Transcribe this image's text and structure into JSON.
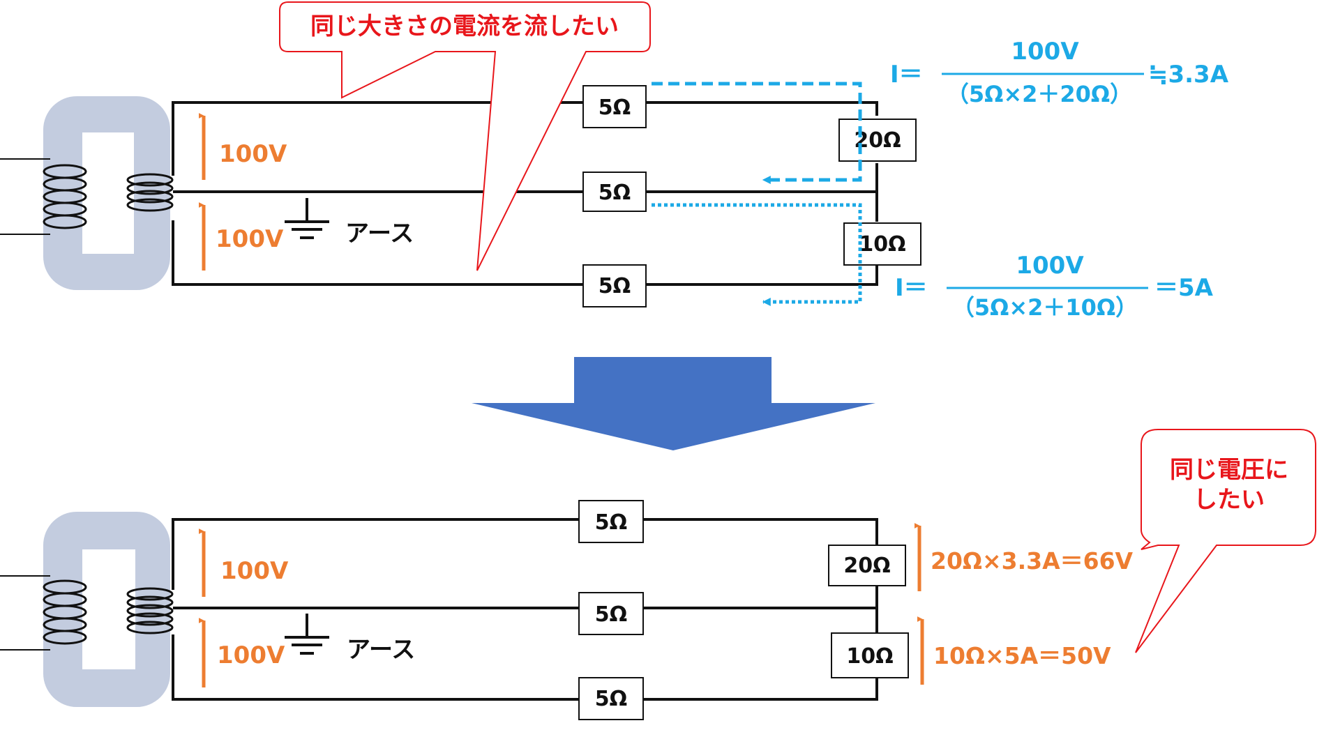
{
  "colors": {
    "wire": "#111111",
    "core": "#C3CCDF",
    "voltage": "#ED7D31",
    "current_path": "#1CA9E6",
    "callout": "#E8161B",
    "down_arrow": "#4472C4"
  },
  "top": {
    "callout_text": "同じ大きさの電流を流したい",
    "resistors": {
      "r1": "5Ω",
      "r2": "5Ω",
      "r3": "5Ω",
      "load_a": "20Ω",
      "load_b": "10Ω"
    },
    "voltage_upper": "100V",
    "voltage_lower": "100V",
    "ground_label": "アース",
    "formula1": {
      "lhs": "I＝",
      "numerator": "100V",
      "denominator": "（5Ω×2＋20Ω）",
      "result": "≒3.3A"
    },
    "formula2": {
      "lhs": "I＝",
      "numerator": "100V",
      "denominator": "（5Ω×2＋10Ω）",
      "result": "＝5A"
    }
  },
  "bottom": {
    "callout_line1": "同じ電圧に",
    "callout_line2": "したい",
    "resistors": {
      "r1": "5Ω",
      "r2": "5Ω",
      "r3": "5Ω",
      "load_a": "20Ω",
      "load_b": "10Ω"
    },
    "voltage_upper": "100V",
    "voltage_lower": "100V",
    "ground_label": "アース",
    "drop_a": "20Ω×3.3A＝66V",
    "drop_b": "10Ω×5A＝50V"
  }
}
